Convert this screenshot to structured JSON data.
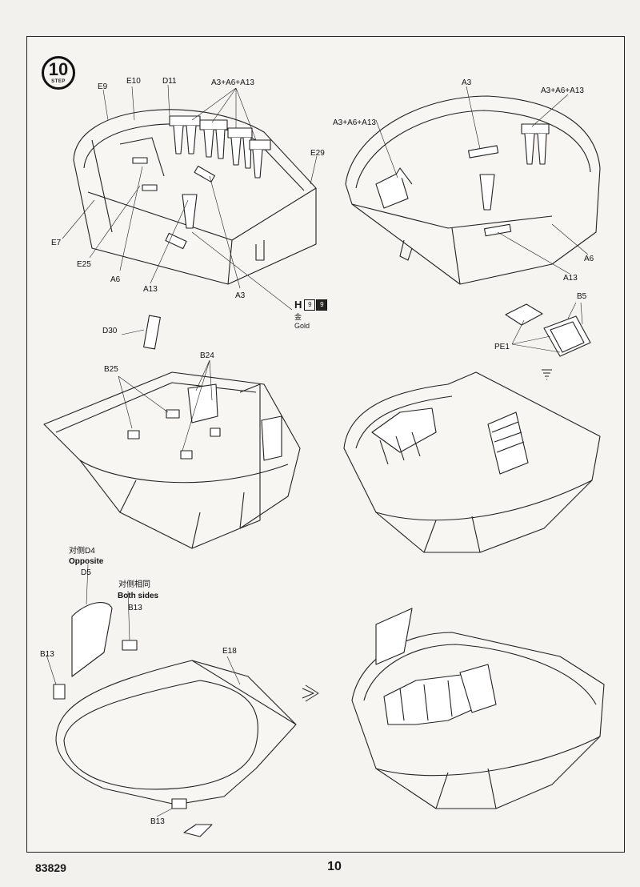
{
  "step": {
    "number": "10",
    "word": "STEP"
  },
  "paint": {
    "letter": "H",
    "code_a": "9",
    "code_b": "9",
    "name_cn": "金",
    "name_en": "Gold"
  },
  "labels": {
    "e9": "E9",
    "e10": "E10",
    "d11": "D11",
    "a3a6a13_top_left": "A3+A6+A13",
    "e29": "E29",
    "e7": "E7",
    "e25": "E25",
    "a6_left": "A6",
    "a13_left": "A13",
    "a3_left": "A3",
    "a3_right": "A3",
    "a3a6a13_right_top": "A3+A6+A13",
    "a3a6a13_right_left": "A3+A6+A13",
    "a6_right": "A6",
    "a13_right": "A13",
    "b5": "B5",
    "pe1": "PE1",
    "d30": "D30",
    "b25": "B25",
    "b24": "B24",
    "opposite_cn": "对侧D4",
    "opposite_en": "Opposite",
    "d5": "D5",
    "both_cn": "对侧相同",
    "both_en": "Both sides",
    "b13_top": "B13",
    "e18": "E18",
    "b13_left": "B13",
    "b13_bottom": "B13"
  },
  "footer": {
    "code": "83829",
    "page": "10"
  }
}
